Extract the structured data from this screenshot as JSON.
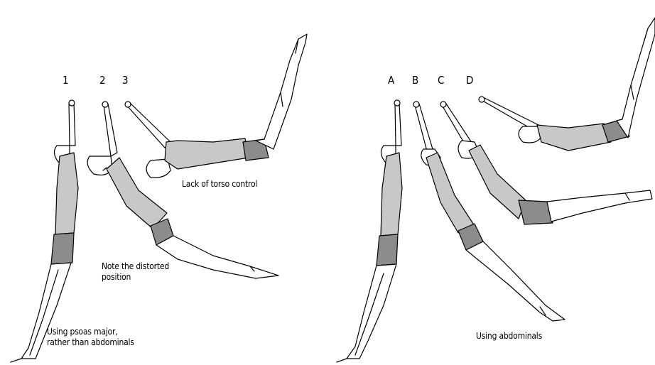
{
  "left_panel": {
    "labels": [
      "1",
      "2",
      "3"
    ],
    "captions": {
      "lack_of_control": "Lack of torso control",
      "distorted": "Note the distorted\nposition",
      "psoas": "Using psoas major,\nrather than abdominals"
    }
  },
  "right_panel": {
    "labels": [
      "A",
      "B",
      "C",
      "D"
    ],
    "captions": {
      "abdominals": "Using abdominals"
    }
  },
  "colors": {
    "top": "#c8c8c8",
    "shorts": "#8c8c8c",
    "outline": "#000000"
  }
}
